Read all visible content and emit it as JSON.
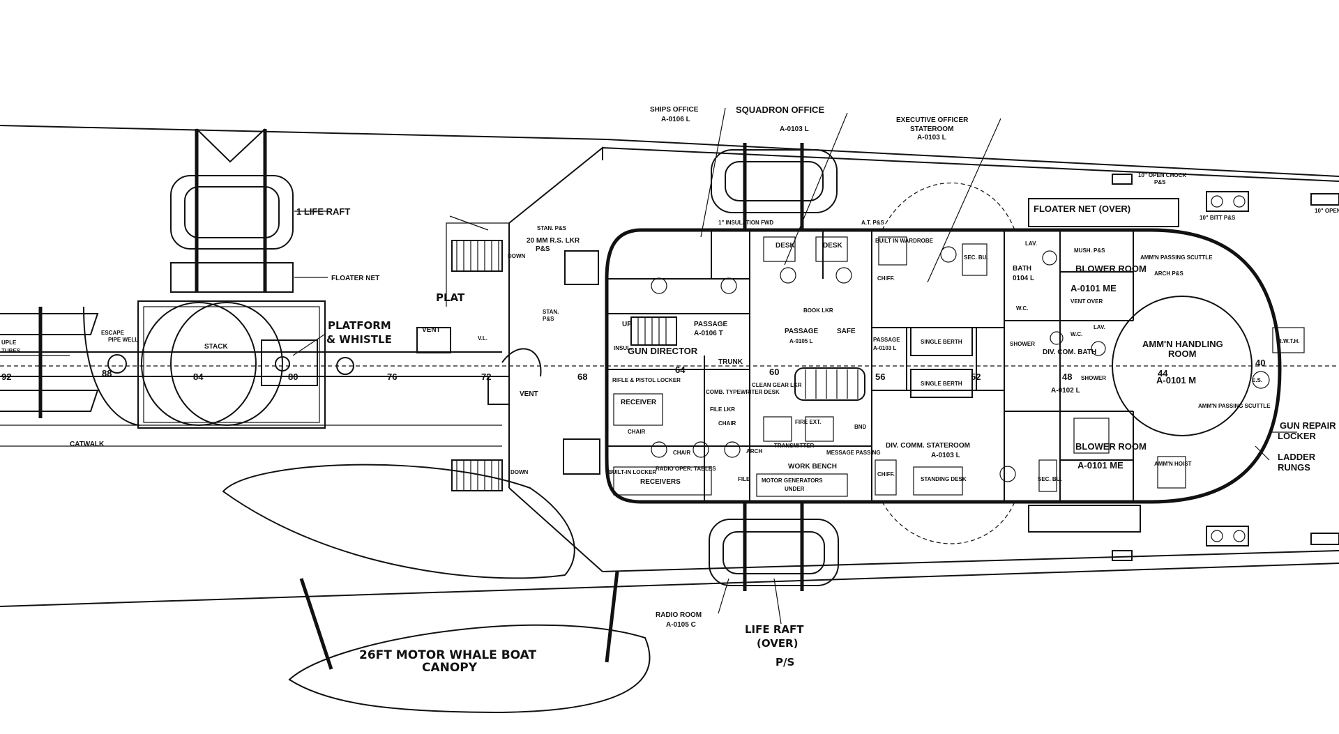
{
  "labels": {
    "ships_office": "SHIPS OFFICE",
    "ships_office_no": "A-0106 L",
    "squadron_office": "SQUADRON OFFICE",
    "squadron_office_no": "A-0103 L",
    "exec_officer_1": "EXECUTIVE OFFICER",
    "exec_officer_2": "STATEROOM",
    "exec_officer_no": "A-0103 L",
    "life_raft": "1 LIFE RAFT",
    "floater_net": "FLOATER NET",
    "floater_net_over": "FLOATER NET (OVER)",
    "open_chock": "10\" OPEN CHOCK",
    "open_chock_ps": "P&S",
    "bitt": "10\" BITT P&S",
    "bitt_right": "10\" OPEN",
    "stan_ps": "STAN. P&S",
    "lkr": "20 MM R.S. LKR",
    "lkr_ps": "P&S",
    "down_1": "DOWN",
    "down_2": "DOWN",
    "plat": "PLAT",
    "platform_whistle_1": "PLATFORM",
    "platform_whistle_2": "& WHISTLE",
    "vent_1": "VENT",
    "vent_2": "VENT",
    "stan": "STAN.",
    "stan_ps2": "P&S",
    "vl": "V.L.",
    "escape": "ESCAPE",
    "pipe_well": "PIPE WELL",
    "stack": "STACK",
    "catwalk": "CATWALK",
    "tubes_1": "UPLE",
    "tubes_2": "TUBES",
    "frame_92": "92",
    "frame_88": "88",
    "frame_84": "84",
    "frame_80": "80",
    "frame_76": "76",
    "frame_72": "72",
    "frame_68": "68",
    "frame_64": "64",
    "frame_60": "60",
    "frame_56": "56",
    "frame_52": "52",
    "frame_48": "48",
    "frame_44": "44",
    "frame_40": "40",
    "passage": "PASSAGE",
    "passage_no": "A-0106 T",
    "gun_director": "GUN DIRECTOR",
    "trunk": "TRUNK",
    "up": "UP",
    "insul": "INSUL.",
    "rifle_locker": "RIFLE & PISTOL LOCKER",
    "receiver": "RECEIVER",
    "chair_1": "CHAIR",
    "chair_2": "CHAIR",
    "chair_3": "CHAIR",
    "comb_desk": "COMB. TYPEWRITER DESK",
    "file_lkr": "FILE LKR",
    "cleaning_gear": "CLEAN GEAR LKR",
    "fire_ext": "FIRE EXT.",
    "transmitter": "TRANSMITTER",
    "message_passing": "MESSAGE PASSING",
    "work_bench": "WORK BENCH",
    "radio_tables": "RADIO OPER. TABLES",
    "receivers": "RECEIVERS",
    "built_in_locker": "BUILT-IN LOCKER",
    "motor_generators": "MOTOR GENERATORS",
    "motor_gen_under": "UNDER",
    "desk_1": "DESK",
    "desk_2": "DESK",
    "built_in_wardrobe": "BUILT IN WARDROBE",
    "chiff_1": "CHIFF.",
    "chiff_2": "CHIFF.",
    "sec_bu_1": "SEC. BU.",
    "sec_bu_2": "SEC. BU.",
    "ap_ps": "A.T. P&S",
    "bookcase": "BOOK LKR",
    "safe": "SAFE",
    "passage_2": "PASSAGE",
    "passage_2_no": "A-0105 L",
    "passage_3": "PASSAGE",
    "passage_3_no": "A-0103 L",
    "single_berth_1": "SINGLE BERTH",
    "single_berth_2": "SINGLE BERTH",
    "div_comm": "DIV. COMM. STATEROOM",
    "div_comm_no": "A-0103 L",
    "standing_desk": "STANDING DESK",
    "bath": "BATH",
    "bath_no": "0104 L",
    "lav_1": "LAV.",
    "lav_2": "LAV.",
    "wc_1": "W.C.",
    "wc_2": "W.C.",
    "shower_1": "SHOWER",
    "shower_2": "SHOWER",
    "div_comm_bath": "DIV. COM. BATH",
    "div_comm_bath_no": "A-0102 L",
    "vent_over": "VENT OVER",
    "blower_room": "BLOWER ROOM",
    "blower_room_no": "A-0101 ME",
    "blower_room_2": "BLOWER ROOM",
    "blower_room_2_no": "A-0101 ME",
    "mushroom": "MUSH. P&S",
    "amm_passing_scuttle": "AMM'N PASSING SCUTTLE",
    "arch_ps": "ARCH P&S",
    "amm_handling": "AMM'N HANDLING",
    "amm_handling_2": "ROOM",
    "amm_handling_no": "A-0101 M",
    "amm_passing_scuttle_2": "AMM'N PASSING SCUTTLE",
    "amm_hoist": "AMM'N HOIST",
    "rwth": "R.W.T.H.",
    "es": "E.S.",
    "gun_repair": "GUN REPAIR",
    "gun_locker": "LOCKER",
    "ladder_rungs_1": "LADDER",
    "ladder_rungs_2": "RUNGS",
    "radio_room": "RADIO ROOM",
    "radio_room_no": "A-0105 C",
    "life_raft_over_1": "LIFE RAFT",
    "life_raft_over_2": "(OVER)",
    "life_raft_over_3": "P/S",
    "whaleboat_1": "26FT MOTOR WHALE BOAT",
    "whaleboat_2": "CANOPY",
    "insulation": "1\" INSULATION FWD",
    "arch": "ARCH",
    "sec_file": "FILE",
    "bnd": "BND"
  }
}
